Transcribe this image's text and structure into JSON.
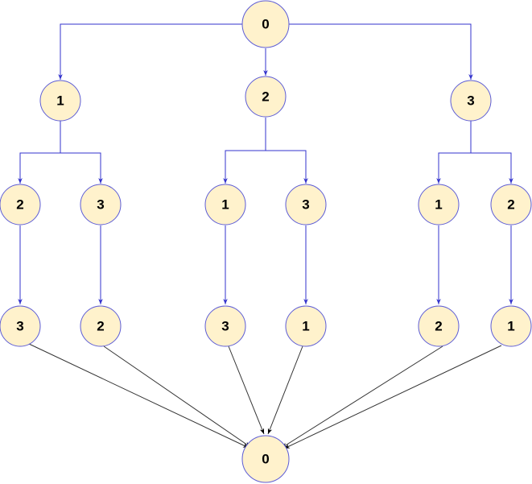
{
  "diagram": {
    "colors": {
      "node_fill": "#fff2cc",
      "node_stroke": "#5c5cd6",
      "tree_edge": "#3333cc",
      "return_edge": "#333333"
    },
    "nodes": [
      {
        "id": "root",
        "label": "0"
      },
      {
        "id": "l1-a",
        "label": "1"
      },
      {
        "id": "l1-b",
        "label": "2"
      },
      {
        "id": "l1-c",
        "label": "3"
      },
      {
        "id": "l2-a1",
        "label": "2"
      },
      {
        "id": "l2-a2",
        "label": "3"
      },
      {
        "id": "l2-b1",
        "label": "1"
      },
      {
        "id": "l2-b2",
        "label": "3"
      },
      {
        "id": "l2-c1",
        "label": "1"
      },
      {
        "id": "l2-c2",
        "label": "2"
      },
      {
        "id": "l3-a1",
        "label": "3"
      },
      {
        "id": "l3-a2",
        "label": "2"
      },
      {
        "id": "l3-b1",
        "label": "3"
      },
      {
        "id": "l3-b2",
        "label": "1"
      },
      {
        "id": "l3-c1",
        "label": "2"
      },
      {
        "id": "l3-c2",
        "label": "1"
      },
      {
        "id": "end",
        "label": "0"
      }
    ],
    "edges": [
      {
        "from": "root",
        "to": "l1-a",
        "kind": "tree"
      },
      {
        "from": "root",
        "to": "l1-b",
        "kind": "tree"
      },
      {
        "from": "root",
        "to": "l1-c",
        "kind": "tree"
      },
      {
        "from": "l1-a",
        "to": "l2-a1",
        "kind": "tree"
      },
      {
        "from": "l1-a",
        "to": "l2-a2",
        "kind": "tree"
      },
      {
        "from": "l1-b",
        "to": "l2-b1",
        "kind": "tree"
      },
      {
        "from": "l1-b",
        "to": "l2-b2",
        "kind": "tree"
      },
      {
        "from": "l1-c",
        "to": "l2-c1",
        "kind": "tree"
      },
      {
        "from": "l1-c",
        "to": "l2-c2",
        "kind": "tree"
      },
      {
        "from": "l2-a1",
        "to": "l3-a1",
        "kind": "tree"
      },
      {
        "from": "l2-a2",
        "to": "l3-a2",
        "kind": "tree"
      },
      {
        "from": "l2-b1",
        "to": "l3-b1",
        "kind": "tree"
      },
      {
        "from": "l2-b2",
        "to": "l3-b2",
        "kind": "tree"
      },
      {
        "from": "l2-c1",
        "to": "l3-c1",
        "kind": "tree"
      },
      {
        "from": "l2-c2",
        "to": "l3-c2",
        "kind": "tree"
      },
      {
        "from": "l3-a1",
        "to": "end",
        "kind": "return"
      },
      {
        "from": "l3-a2",
        "to": "end",
        "kind": "return"
      },
      {
        "from": "l3-b1",
        "to": "end",
        "kind": "return"
      },
      {
        "from": "l3-b2",
        "to": "end",
        "kind": "return"
      },
      {
        "from": "l3-c1",
        "to": "end",
        "kind": "return"
      },
      {
        "from": "l3-c2",
        "to": "end",
        "kind": "return"
      }
    ]
  }
}
